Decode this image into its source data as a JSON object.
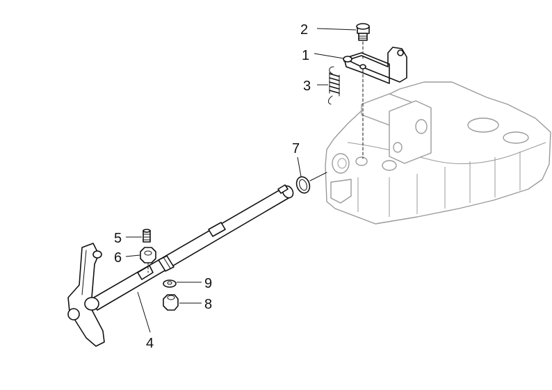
{
  "callouts": [
    {
      "id": "2",
      "text": "2"
    },
    {
      "id": "1",
      "text": "1"
    },
    {
      "id": "3",
      "text": "3"
    },
    {
      "id": "7",
      "text": "7"
    },
    {
      "id": "5",
      "text": "5"
    },
    {
      "id": "6",
      "text": "6"
    },
    {
      "id": "9",
      "text": "9"
    },
    {
      "id": "8",
      "text": "8"
    },
    {
      "id": "4",
      "text": "4"
    }
  ]
}
